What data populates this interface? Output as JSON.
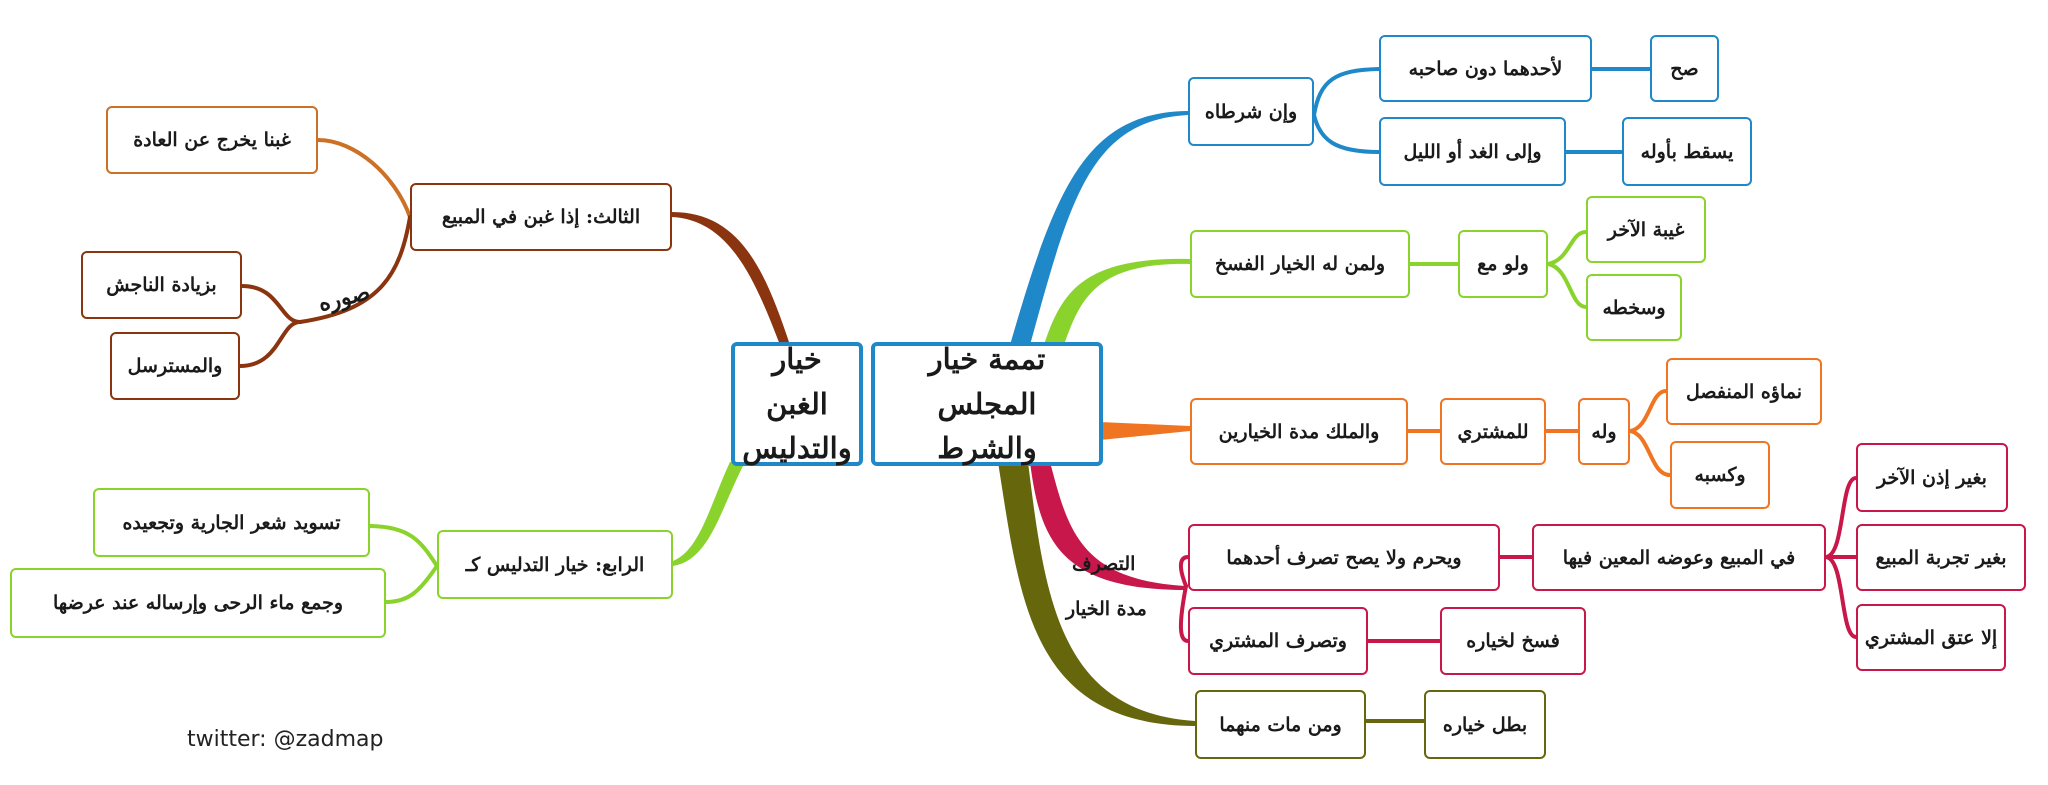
{
  "central_right": "تممة خيار المجلس والشرط",
  "central_left": "خيار الغبن والتدليس",
  "right": {
    "shart": {
      "label": "وإن شرطاه",
      "c1": "لأحدهما دون صاحبه",
      "c1a": "صح",
      "c2": "وإلى الغد أو الليل",
      "c2a": "يسقط بأوله"
    },
    "faskh": {
      "label": "ولمن له الخيار الفسخ",
      "c1": "ولو مع",
      "c1a": "غيبة الآخر",
      "c1b": "وسخطه"
    },
    "milk": {
      "label": "والملك مدة الخيارين",
      "c1": "للمشتري",
      "c2": "وله",
      "c2a": "نماؤه المنفصل",
      "c2b": "وكسبه"
    },
    "tasarruf": {
      "branch_label_1": "التصرف",
      "branch_label_2": "مدة الخيار",
      "n1": "ويحرم ولا يصح تصرف أحدهما",
      "n1a": "في المبيع وعوضه المعين فيها",
      "n1a_1": "بغير إذن الآخر",
      "n1a_2": "بغير تجربة المبيع",
      "n1a_3": "إلا عتق المشتري",
      "n2": "وتصرف المشتري",
      "n2a": "فسخ لخياره"
    },
    "mawt": {
      "label": "ومن مات منهما",
      "c1": "بطل خياره"
    }
  },
  "left": {
    "ghabn": {
      "label": "الثالث: إذا غبن في المبيع",
      "c1": "غبنا يخرج عن العادة",
      "suwar_label": "صوره",
      "s1": "بزيادة الناجش",
      "s2": "والمسترسل"
    },
    "tadlees": {
      "label": "الرابع: خيار التدليس كـ",
      "c1": "تسويد شعر الجارية وتجعيده",
      "c2": "وجمع ماء الرحى وإرساله عند عرضها"
    }
  },
  "footer": "twitter: @zadmap",
  "colors": {
    "blue": "#1e88c8",
    "green": "#8ad32c",
    "orange": "#f07522",
    "red": "#c8174a",
    "olive": "#66660d",
    "brown": "#8a3510",
    "ochre": "#cc7026"
  }
}
